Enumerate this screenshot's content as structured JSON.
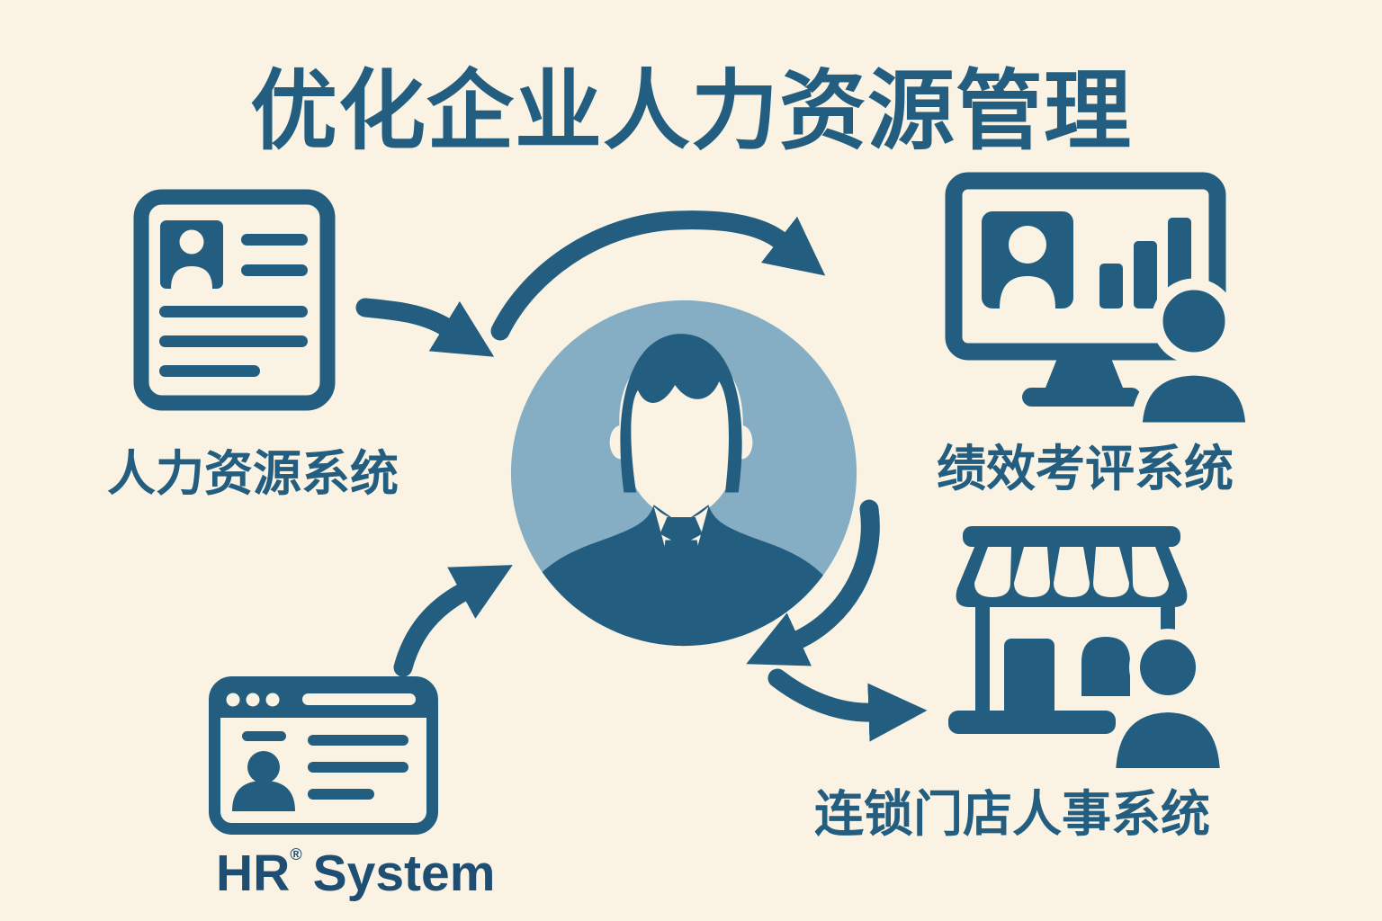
{
  "colors": {
    "background": "#FAF3E3",
    "primary": "#235E81",
    "avatar_circle": "#85AEC4",
    "cutout": "#FAF3E3"
  },
  "title": {
    "text": "优化企业人力资源管理"
  },
  "nodes": {
    "hr_resume": {
      "label": "人力资源系统"
    },
    "performance": {
      "label": "绩效考评系统"
    },
    "chain_store": {
      "label": "连锁门店人事系统"
    },
    "hr_system_logo": {
      "hr": "HR",
      "reg": "®",
      "system": "System"
    }
  },
  "icons": {
    "top_left": "resume-document-icon",
    "top_right": "monitor-analytics-user-icon",
    "bottom_left": "browser-profile-icon",
    "bottom_right": "storefront-user-icon",
    "center": "businessman-avatar-icon"
  },
  "arrows": [
    "resume-to-center",
    "center-cycle-top",
    "browser-to-center",
    "performance-to-center",
    "center-to-store"
  ]
}
